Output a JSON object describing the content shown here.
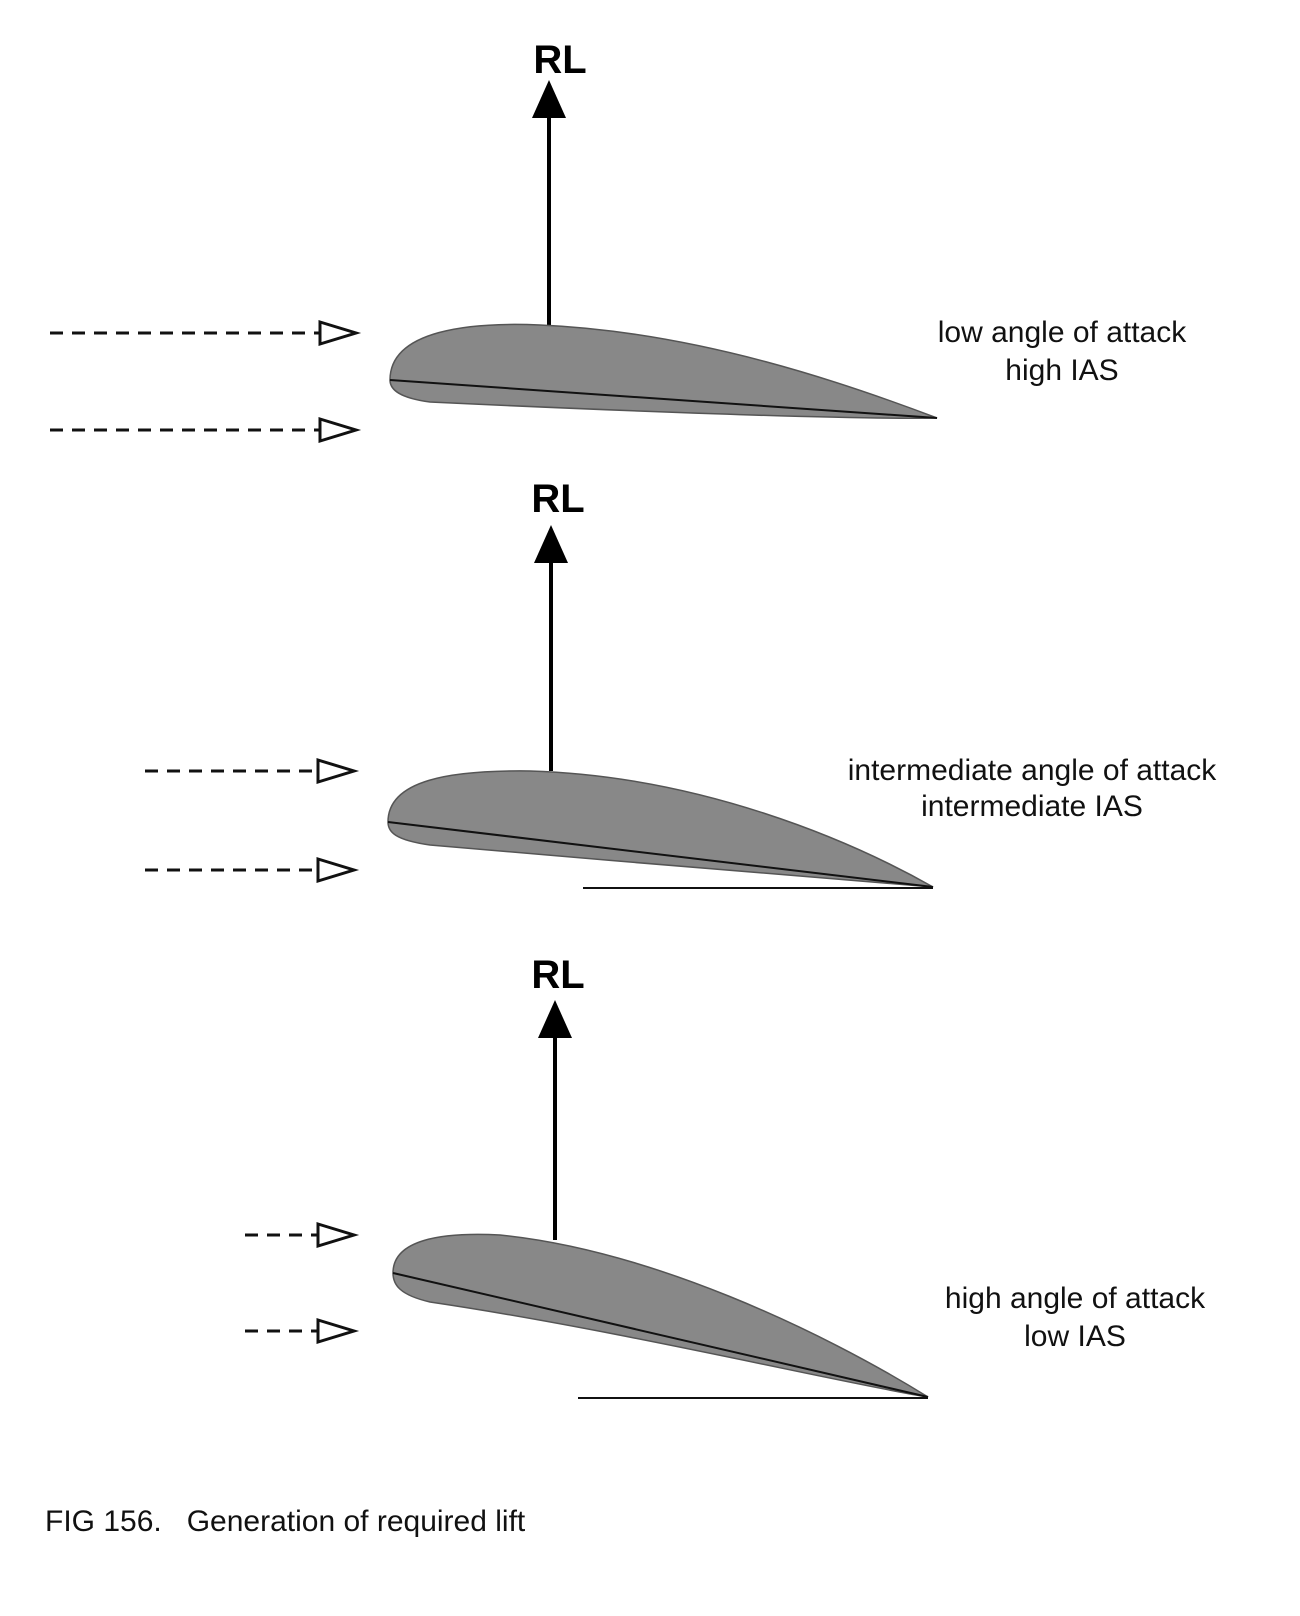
{
  "panels": [
    {
      "lift_label": "RL",
      "line1": "low angle of attack",
      "line2": "high IAS"
    },
    {
      "lift_label": "RL",
      "line1": "intermediate angle of attack",
      "line2": "intermediate IAS"
    },
    {
      "lift_label": "RL",
      "line1": "high angle of attack",
      "line2": "low IAS"
    }
  ],
  "caption": "FIG 156.   Generation of required lift",
  "colors": {
    "airfoil_fill": "#888888",
    "ink": "#111111"
  }
}
